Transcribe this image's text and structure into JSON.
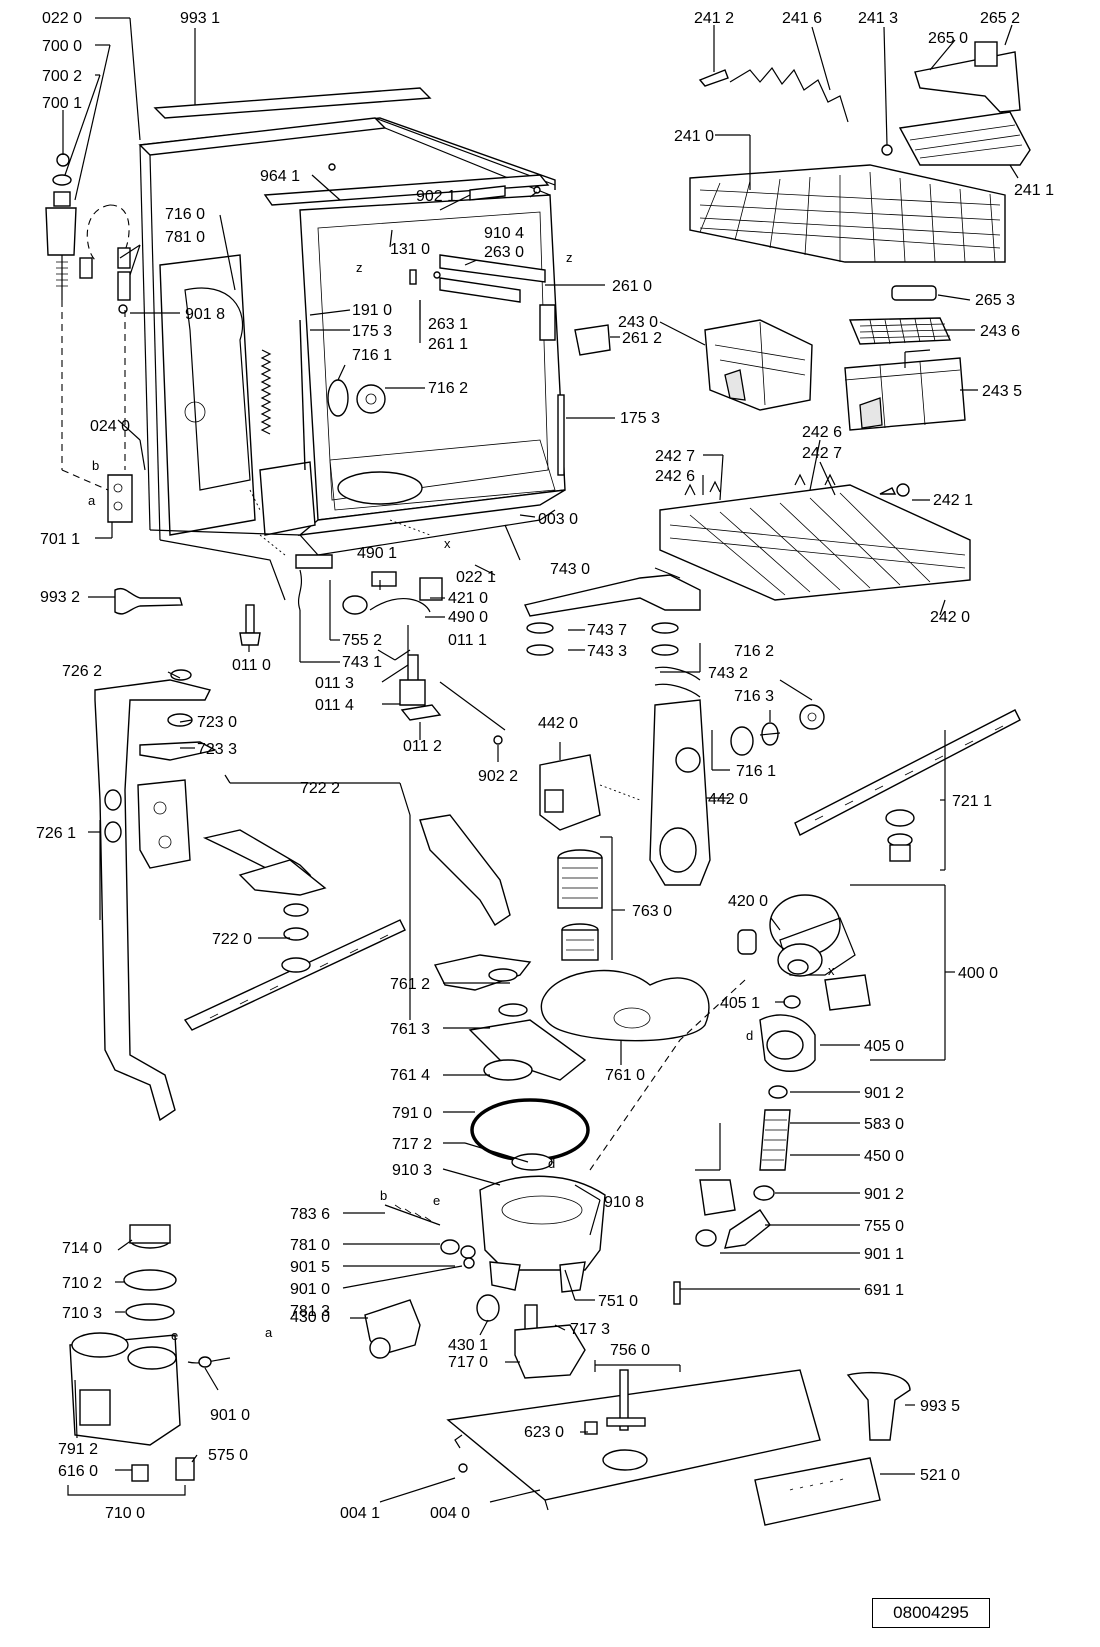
{
  "drawing_number": "08004295",
  "callouts": {
    "c0220": "022 0",
    "c9931": "993 1",
    "c7000": "700 0",
    "c7002": "700 2",
    "c7001": "700 1",
    "c9641": "964 1",
    "c9021": "902 1",
    "c9104": "910 4",
    "c1310": "131 0",
    "c2630": "263 0",
    "c7160a": "716 0",
    "c7810a": "781 0",
    "c9018": "901 8",
    "c1910": "191 0",
    "c1753a": "175 3",
    "c2631": "263 1",
    "c2611": "261 1",
    "c2610": "261 0",
    "c2612": "261 2",
    "c7161a": "716 1",
    "c7162a": "716 2",
    "c0240": "024 0",
    "c1753b": "175 3",
    "c7011": "701 1",
    "c0030": "003 0",
    "c0221": "022 1",
    "c4901": "490 1",
    "c4210": "421 0",
    "c4900": "490 0",
    "c9932": "993 2",
    "c7552": "755 2",
    "c7431": "743 1",
    "c0110": "011 0",
    "c0111": "011 1",
    "c0113": "011 3",
    "c0114": "011 4",
    "c0112": "011 2",
    "c9022": "902 2",
    "c2412": "241 2",
    "c2416": "241 6",
    "c2413": "241 3",
    "c2652": "265 2",
    "c2650": "265 0",
    "c2410": "241 0",
    "c2411": "241 1",
    "c2653": "265 3",
    "c2430": "243 0",
    "c2436": "243 6",
    "c2435": "243 5",
    "c2427a": "242 7",
    "c2426a": "242 6",
    "c2426b": "242 6",
    "c2427b": "242 7",
    "c2421": "242 1",
    "c2420": "242 0",
    "c7430": "743 0",
    "c7437": "743 7",
    "c7433": "743 3",
    "c7432": "743 2",
    "c7162b": "716 2",
    "c7163": "716 3",
    "c7161b": "716 1",
    "c4420a": "442 0",
    "c4420b": "442 0",
    "c7211": "721 1",
    "c7262": "726 2",
    "c7230": "723 0",
    "c7233": "723 3",
    "c7222": "722 2",
    "c7261": "726 1",
    "c7220": "722 0",
    "c7630": "763 0",
    "c7612": "761 2",
    "c7613": "761 3",
    "c7614": "761 4",
    "c7610": "761 0",
    "c4200": "420 0",
    "c4000": "400 0",
    "c4051": "405 1",
    "c4050": "405 0",
    "c9012a": "901 2",
    "c5830": "583 0",
    "c4500": "450 0",
    "c9012b": "901 2",
    "c7550": "755 0",
    "c9011": "901 1",
    "c6911": "691 1",
    "c7910": "791 0",
    "c7172": "717 2",
    "c9103": "910 3",
    "c9108": "910 8",
    "c7836": "783 6",
    "c7810b": "781 0",
    "c9015": "901 5",
    "c9010a": "901 0",
    "c7813": "781 3",
    "c7510": "751 0",
    "c4300": "430 0",
    "c4301": "430 1",
    "c7173": "717 3",
    "c7170": "717 0",
    "c7560": "756 0",
    "c7140": "714 0",
    "c7102": "710 2",
    "c7103": "710 3",
    "c9010b": "901 0",
    "c7912": "791 2",
    "c6160": "616 0",
    "c5750": "575 0",
    "c7100": "710 0",
    "c6230": "623 0",
    "c9935": "993 5",
    "c5210": "521 0",
    "c0041": "004 1",
    "c0040": "004 0"
  },
  "connector_letters": {
    "a1": "a",
    "b1": "b",
    "a2": "a",
    "b2": "b",
    "e1": "e",
    "e2": "e",
    "d1": "d",
    "d2": "d",
    "x1": "x",
    "x2": "x",
    "z1": "z",
    "z2": "z"
  }
}
